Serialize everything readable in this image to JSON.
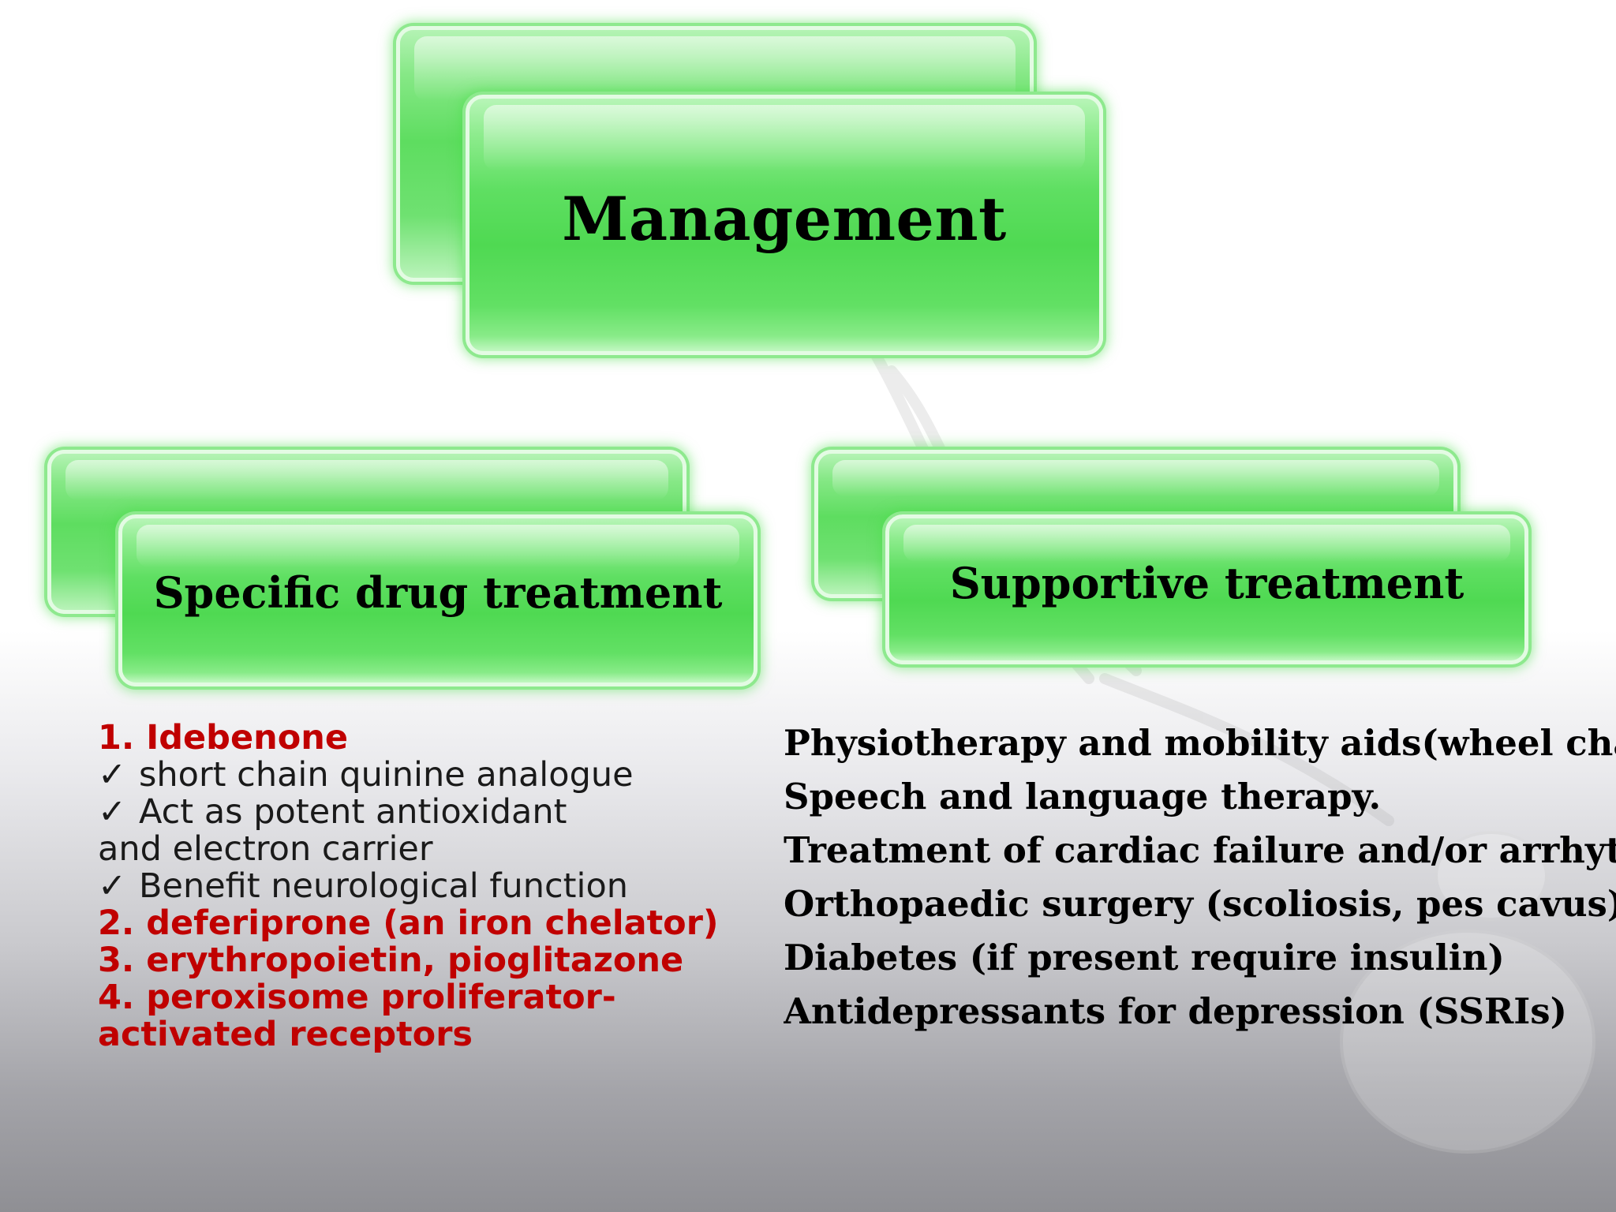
{
  "diagram": {
    "root": {
      "label": "Management"
    },
    "branches": [
      {
        "label": "Specific drug treatment",
        "items": [
          {
            "text": "1. Idebenone",
            "style": "heading"
          },
          {
            "text": "short chain quinine analogue",
            "style": "check",
            "icon": "check-icon"
          },
          {
            "text": "Act as potent antioxidant",
            "style": "check",
            "icon": "check-icon"
          },
          {
            "text": "and electron carrier",
            "style": "plain"
          },
          {
            "text": "Benefit neurological function",
            "style": "check",
            "icon": "check-icon"
          },
          {
            "text": "2. deferiprone (an iron chelator)",
            "style": "heading"
          },
          {
            "text": "3. erythropoietin, pioglitazone",
            "style": "heading"
          },
          {
            "text": "4. peroxisome proliferator-",
            "style": "heading"
          },
          {
            "text": "activated receptors",
            "style": "heading"
          }
        ]
      },
      {
        "label": "Supportive treatment",
        "items": [
          "Physiotherapy and mobility aids(wheel chair.)",
          "Speech and language therapy.",
          "Treatment of cardiac failure and/or arrhythmia",
          "Orthopaedic surgery (scoliosis, pes cavus)",
          "Diabetes (if present require insulin)",
          "Antidepressants for depression (SSRIs)"
        ]
      }
    ]
  },
  "colors": {
    "box_green": "#4fd952",
    "box_glow": "#8ee98e",
    "heading_red": "#c00000",
    "text_dark": "#1a1a1a"
  },
  "icons": {
    "check": "✓"
  }
}
